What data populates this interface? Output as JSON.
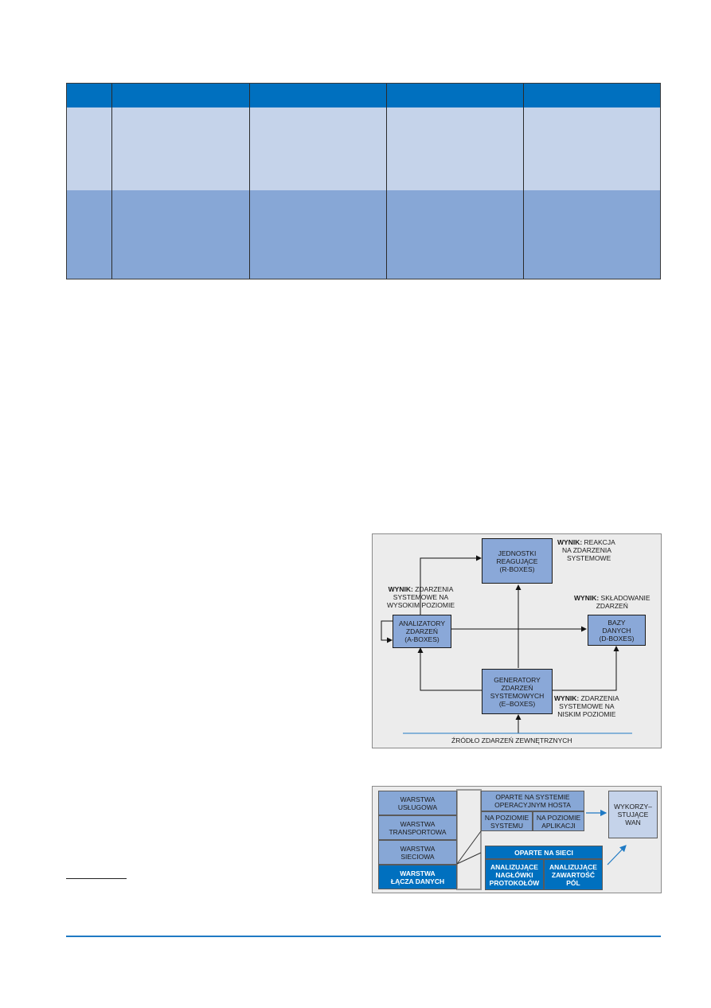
{
  "figure1": {
    "boxes": {
      "r_boxes": "JEDNOSTKI\nREAGUJĄCE\n(R-BOXES)",
      "a_boxes": "ANALIZATORY\nZDARZEŃ\n(A-BOXES)",
      "d_boxes": "BAZY\nDANYCH\n(D-BOXES)",
      "e_boxes": "GENERATORY\nZDARZEŃ\nSYSTEMOWYCH\n(E–BOXES)"
    },
    "labels": {
      "reaction": {
        "bold": "WYNIK:",
        "l1": " REAKCJA",
        "l2": "NA ZDARZENIA",
        "l3": "SYSTEMOWE"
      },
      "high": {
        "bold": "WYNIK:",
        "l1": " ZDARZENIA",
        "l2": "SYSTEMOWE NA",
        "l3": "WYSOKIM POZIOMIE"
      },
      "storage": {
        "bold": "WYNIK:",
        "l1": " SKŁADOWANIE",
        "l2": "ZDARZEŃ"
      },
      "low": {
        "bold": "WYNIK:",
        "l1": " ZDARZENIA",
        "l2": "SYSTEMOWE NA",
        "l3": "NISKIM POZIOMIE"
      },
      "source": "ŹRÓDŁO ZDARZEŃ ZEWNĘTRZNYCH"
    }
  },
  "figure2": {
    "layers": {
      "service": "WARSTWA\nUSŁUGOWA",
      "transport": "WARSTWA\nTRANSPORTOWA",
      "network": "WARSTWA\nSIECIOWA",
      "datalink": "WARSTWA\nŁĄCZA DANYCH"
    },
    "host": "OPARTE NA SYSTEMIE\nOPERACYJNYM HOSTA",
    "system_level": "NA POZIOMIE\nSYSTEMU",
    "app_level": "NA POZIOMIE\nAPLIKACJI",
    "network_based": "OPARTE NA SIECI",
    "headers": "ANALIZUJĄCE\nNAGŁÓWKI\nPROTOKOŁÓW",
    "content": "ANALIZUJĄCE\nZAWARTOŚĆ\nPÓL",
    "wan": "WYKORZY–\nSTUJĄCE\nWAN"
  },
  "colors": {
    "header_blue": "#0070bf",
    "row_light": "#c5d3ea",
    "row_mid": "#87a7d6",
    "rule_blue": "#1f7ac4"
  }
}
